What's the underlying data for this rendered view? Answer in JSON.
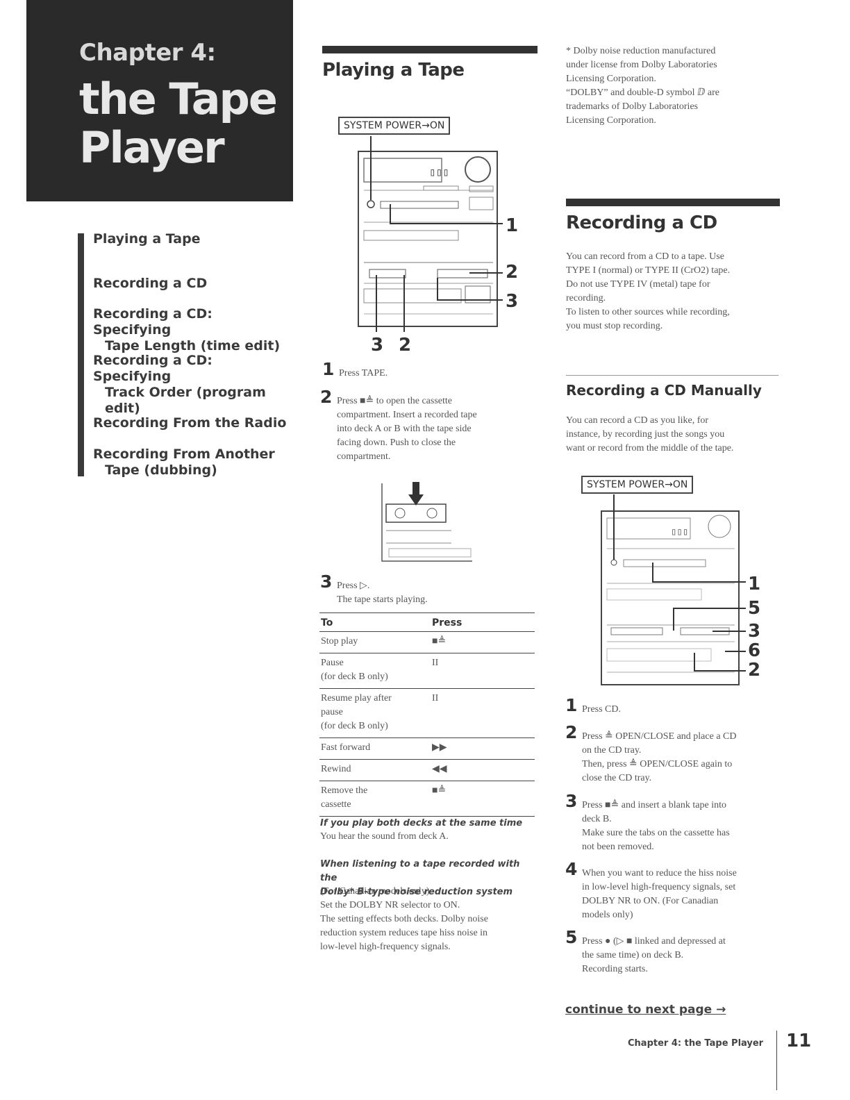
{
  "chapter": {
    "label": "Chapter 4:",
    "title": "the Tape\nPlayer"
  },
  "toc": [
    {
      "line1": "Playing a Tape",
      "line2": ""
    },
    {
      "line1": "Recording a CD",
      "line2": ""
    },
    {
      "line1": "Recording a CD:  Specifying",
      "line2": "Tape Length (time edit)"
    },
    {
      "line1": "Recording a CD:  Specifying",
      "line2": "Track Order (program edit)"
    },
    {
      "line1": "Recording From the Radio",
      "line2": ""
    },
    {
      "line1": "Recording From Another",
      "line2": "Tape (dubbing)"
    }
  ],
  "playing": {
    "heading": "Playing a Tape",
    "power_label": "SYSTEM POWER→ON",
    "callouts": [
      "1",
      "2",
      "3",
      "3",
      "2"
    ],
    "steps": [
      {
        "num": "1",
        "text": "Press TAPE."
      },
      {
        "num": "2",
        "text": "Press ■≜ to open the cassette\ncompartment.  Insert a recorded tape\ninto deck A or B with the tape side\nfacing down.  Push to close the\ncompartment."
      },
      {
        "num": "3",
        "text": "Press ▷.\nThe tape starts playing."
      }
    ],
    "table": {
      "headers": [
        "To",
        "Press"
      ],
      "rows": [
        [
          "Stop play",
          "■≜"
        ],
        [
          "Pause\n(for deck B only)",
          "II"
        ],
        [
          "Resume play after\npause\n(for deck B only)",
          "II"
        ],
        [
          "Fast forward",
          "▶▶"
        ],
        [
          "Rewind",
          "◀◀"
        ],
        [
          "Remove the\ncassette",
          "■≜"
        ]
      ]
    },
    "note1_head": "If you play both decks at the same time",
    "note1_body": "You hear the sound from deck A.",
    "note2_head": "When listening to a tape recorded with the\nDolby* B-type noise reduction system",
    "note2_body": "(For Canadian models only)\nSet the DOLBY NR selector to ON.\nThe setting effects both decks. Dolby noise\nreduction system reduces tape hiss noise in\nlow-level high-frequency signals."
  },
  "dolby_note": "* Dolby noise reduction manufactured\n   under license from Dolby Laboratories\n   Licensing Corporation.\n   “DOLBY” and double-D symbol ⅅ are\n   trademarks of Dolby Laboratories\n   Licensing Corporation.",
  "recording": {
    "heading": "Recording a CD",
    "intro": "You can record from a CD to a tape.  Use\nTYPE I (normal) or TYPE II (CrO2) tape.\nDo not use TYPE IV (metal) tape for\nrecording.\nTo listen to other sources while recording,\nyou must stop recording.",
    "sub_heading": "Recording a CD Manually",
    "sub_intro": "You can record a CD as you like, for\ninstance, by recording  just the songs you\nwant or record from the middle of the tape.",
    "power_label": "SYSTEM POWER→ON",
    "callouts": [
      "1",
      "5",
      "3",
      "6",
      "2"
    ],
    "steps": [
      {
        "num": "1",
        "text": "Press CD."
      },
      {
        "num": "2",
        "text": "Press ≜ OPEN/CLOSE and place a CD\non the CD tray.\nThen, press ≜ OPEN/CLOSE again to\nclose the CD tray."
      },
      {
        "num": "3",
        "text": "Press ■≜ and insert a blank tape into\ndeck B.\nMake sure the tabs on the cassette has\nnot been removed."
      },
      {
        "num": "4",
        "text": "When you want to reduce the hiss noise\nin low-level high-frequency signals, set\nDOLBY NR to ON.  (For Canadian\nmodels only)"
      },
      {
        "num": "5",
        "text": "Press ● (▷ ■ linked and depressed at\nthe same time) on deck B.\nRecording starts."
      }
    ],
    "continue": "continue to next page →"
  },
  "footer": {
    "chapter": "Chapter 4: the Tape Player",
    "page": "11"
  }
}
